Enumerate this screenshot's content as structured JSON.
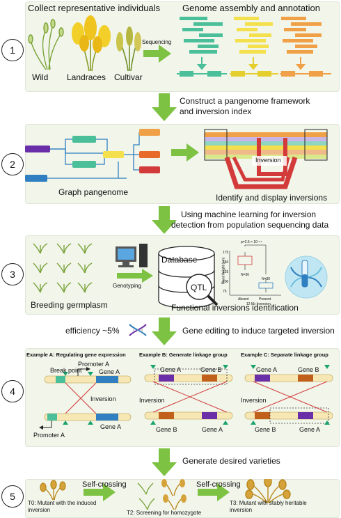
{
  "steps": [
    "1",
    "2",
    "3",
    "4",
    "5"
  ],
  "s1": {
    "left_title": "Collect representative individuals",
    "right_title": "Genome assembly and annotation",
    "wild": "Wild",
    "landraces": "Landraces",
    "cultivar": "Cultivar",
    "sequencing": "Sequencing"
  },
  "t12": [
    "Construct a pangenome framework",
    "and inversion index"
  ],
  "s2": {
    "graph": "Graph pangenome",
    "identify": "Identify and display inversions",
    "inversion": "Inversion"
  },
  "t23": [
    "Using machine learning for inversion",
    "detection from population sequencing data"
  ],
  "s3": {
    "breeding": "Breeding germplasm",
    "genotyping": "Genotyping",
    "database": "Database",
    "qtl": "QTL",
    "functional": "Functional inversions identification",
    "plot_p": "p=2.5 × 10⁻¹⁴",
    "plot_ylabel": "Plant Height (cm)",
    "yticks": [
      "175",
      "150",
      "125",
      "100",
      "75"
    ],
    "n_absent": "N=30",
    "n_present": "N=30",
    "cat_absent": "Absent",
    "cat_present": "Present",
    "xlabel": "12 Kb Inversion"
  },
  "t34": {
    "efficiency": "efficiency ~5%",
    "editing": "Gene editing to induce targeted inversion"
  },
  "s4": {
    "a_title": "Example A: Regulating gene expression",
    "b_title": "Example B: Generate linkage group",
    "c_title": "Example C: Separate linkage group",
    "break_point": "Break point",
    "promoter_a": "Promoter A",
    "gene_a": "Gene A",
    "gene_b": "Gene B",
    "inversion": "Inversion"
  },
  "t45": "Generate desired varieties",
  "s5": {
    "self1": "Self-crossing",
    "self2": "Self-crossing",
    "t0": [
      "T0: Mutant with the induced",
      "inversion"
    ],
    "t2": "T2: Screening for homozygote",
    "t3": [
      "T3: Mutant with stably heritable",
      "inversion"
    ]
  },
  "colors": {
    "panel": "#f1f5ea",
    "arrow_green": "#7dc242",
    "teal": "#4bbf9a",
    "yellow": "#f4e04d",
    "orange": "#f0a046",
    "purple": "#6a2fa8",
    "blue": "#2f7fc1",
    "red": "#d33b3b",
    "chromosome": "#f6e7b5"
  }
}
